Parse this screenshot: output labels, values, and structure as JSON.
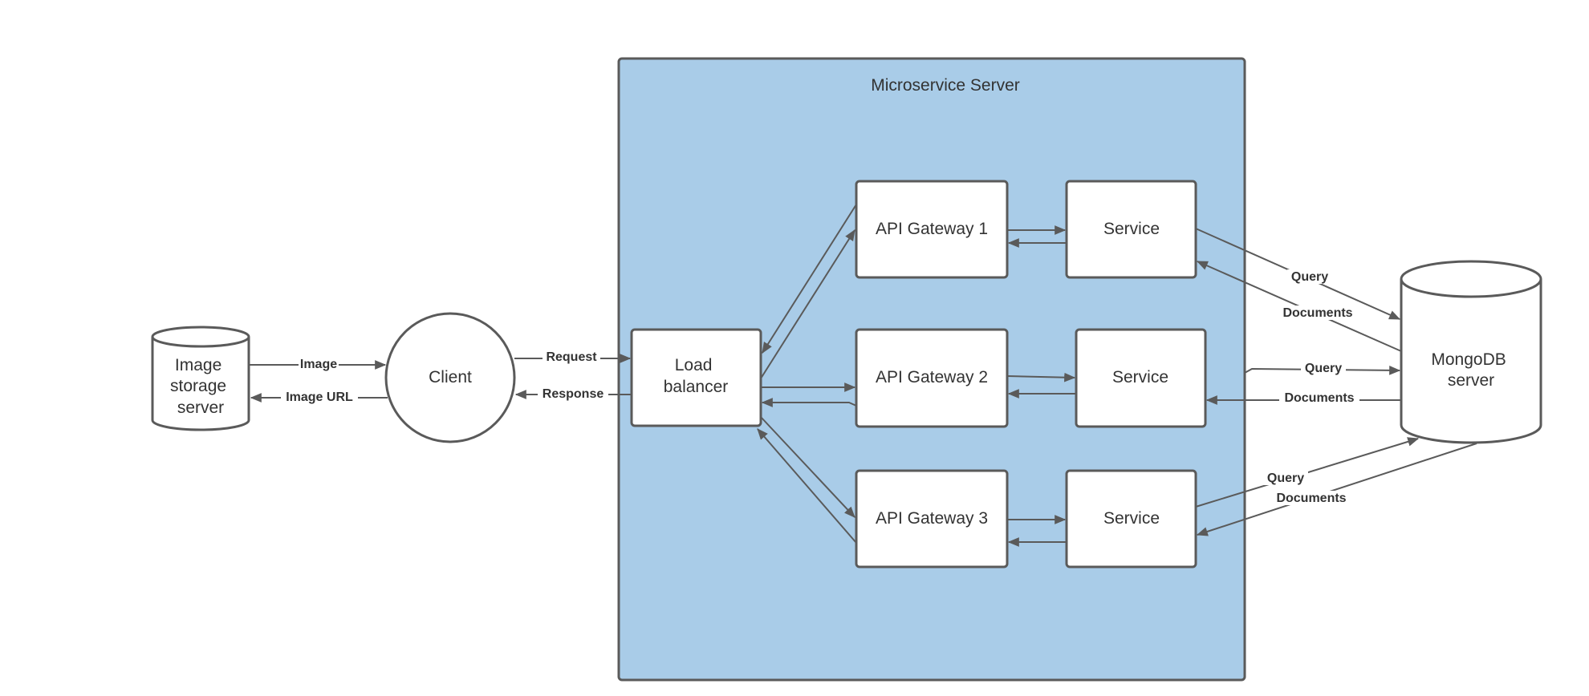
{
  "colors": {
    "container_fill": "#a9cce8",
    "node_fill": "#ffffff",
    "stroke": "#5a5a5a",
    "text": "#333333"
  },
  "container": {
    "title": "Microservice Server"
  },
  "nodes": {
    "image_storage": {
      "lines": [
        "Image",
        "storage",
        "server"
      ]
    },
    "client": {
      "label": "Client"
    },
    "load_balancer": {
      "lines": [
        "Load",
        "balancer"
      ]
    },
    "gateway1": {
      "label": "API Gateway 1"
    },
    "gateway2": {
      "label": "API Gateway 2"
    },
    "gateway3": {
      "label": "API Gateway 3"
    },
    "service1": {
      "label": "Service"
    },
    "service2": {
      "label": "Service"
    },
    "service3": {
      "label": "Service"
    },
    "mongodb": {
      "lines": [
        "MongoDB",
        "server"
      ]
    }
  },
  "edges": {
    "image": "Image",
    "image_url": "Image URL",
    "request": "Request",
    "response": "Response",
    "query1": "Query",
    "documents1": "Documents",
    "query2": "Query",
    "documents2": "Documents",
    "query3": "Query",
    "documents3": "Documents"
  }
}
